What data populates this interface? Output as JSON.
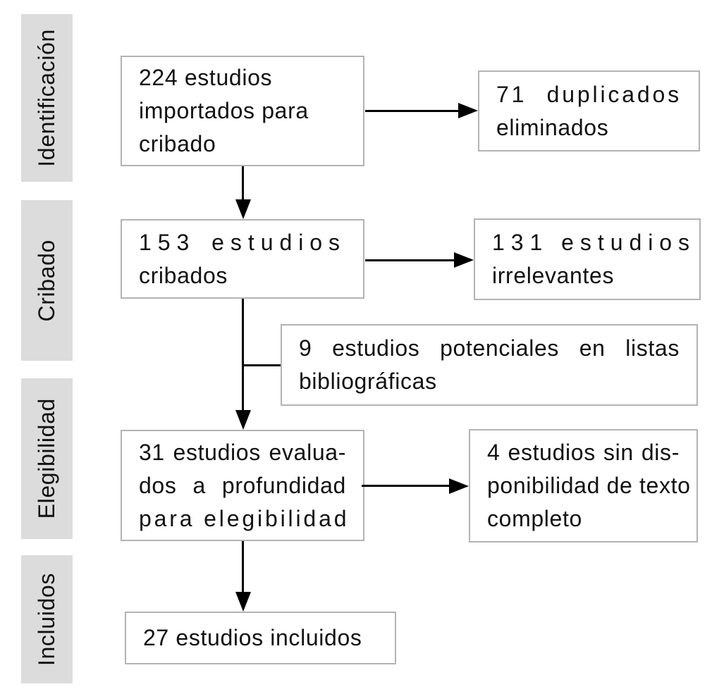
{
  "stages": [
    {
      "label": "Identificación"
    },
    {
      "label": "Cribado"
    },
    {
      "label": "Elegibilidad"
    },
    {
      "label": "Incluidos"
    }
  ],
  "boxes": {
    "imported": {
      "lines": [
        "224 estudios",
        "importados para",
        "cribado"
      ]
    },
    "duplicates": {
      "lines": [
        "71 duplicados",
        "eliminados"
      ]
    },
    "screened": {
      "lines": [
        "153 estudios",
        "cribados"
      ]
    },
    "irrelevant": {
      "lines": [
        "131 estudios",
        "irrelevantes"
      ]
    },
    "reference_lists": {
      "lines": [
        "9 estudios potenciales en listas",
        "bibliográficas"
      ]
    },
    "assessed": {
      "lines": [
        "31 estudios evalua-",
        "dos a profundidad",
        "para elegibilidad"
      ]
    },
    "no_fulltext": {
      "lines": [
        "4 estudios sin dis-",
        "ponibilidad de texto",
        "completo"
      ]
    },
    "included": {
      "lines": [
        "27 estudios incluidos"
      ]
    }
  },
  "colors": {
    "stage_bg": "#dcdcdc",
    "box_border": "#b3b3b3",
    "arrow": "#000000",
    "text": "#111111",
    "background": "#ffffff"
  }
}
